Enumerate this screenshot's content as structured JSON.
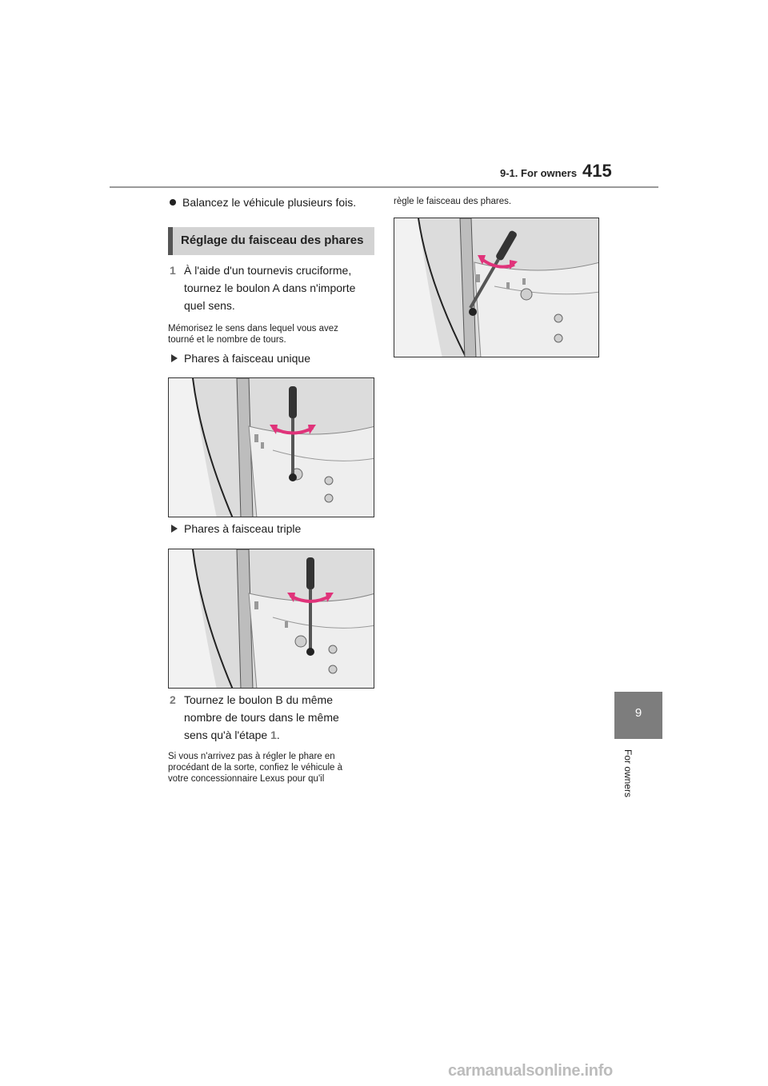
{
  "header": {
    "section_title": "9-1. For owners",
    "page_number": "415"
  },
  "left_column": {
    "bullet_text": "Balancez le véhicule plusieurs fois.",
    "section_heading": "Réglage du faisceau des phares",
    "step1": {
      "number": "1",
      "lines": [
        "À l'aide d'un tournevis cruciforme,",
        "tournez le boulon A dans n'importe",
        "quel sens."
      ]
    },
    "note1": [
      "Mémorisez le sens dans lequel vous avez",
      "tourné et le nombre de tours."
    ],
    "sub_bullet_single": "Phares à faisceau unique",
    "sub_bullet_triple": "Phares à faisceau triple",
    "step2": {
      "number": "2",
      "lines": [
        "Tournez le boulon B du même",
        "nombre de tours dans le même",
        "sens qu'à l'étape "
      ],
      "ref": "1",
      "end": "."
    },
    "note2": [
      "Si vous n'arrivez pas à régler le phare en",
      "procédant de la sorte, confiez le véhicule à",
      "votre concessionnaire Lexus pour qu'il"
    ]
  },
  "right_column": {
    "continuation_text": "règle le faisceau des phares."
  },
  "side_tab": {
    "number": "9",
    "label": "For owners"
  },
  "footer": {
    "watermark": "carmanualsonline.info"
  },
  "colors": {
    "accent_arrow": "#e0337a",
    "tab_gray": "#7d7d7d",
    "heading_box": "#d3d3d3"
  }
}
